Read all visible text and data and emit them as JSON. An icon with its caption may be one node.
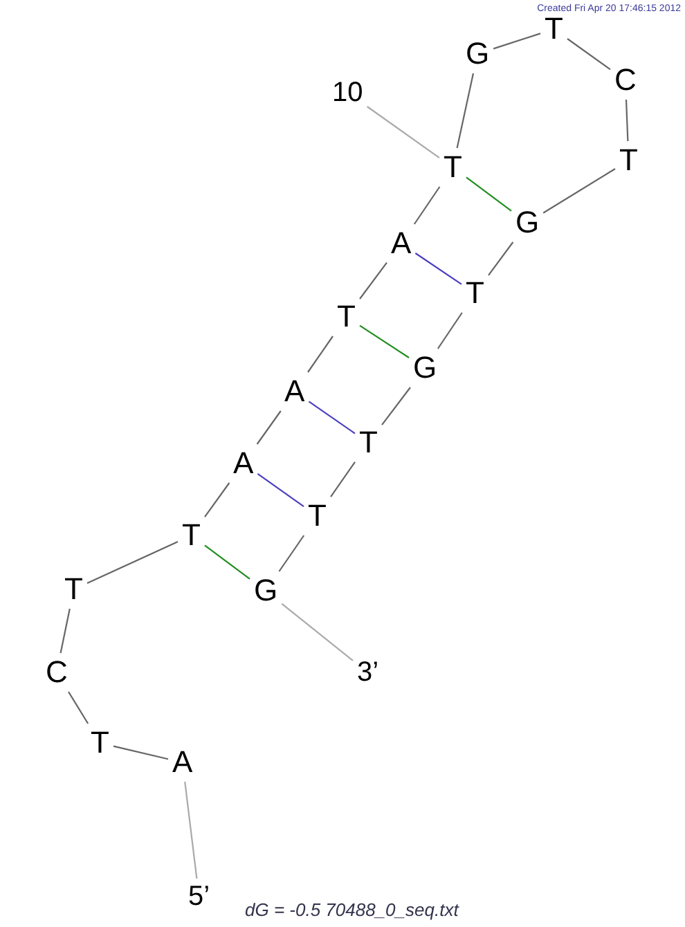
{
  "diagram": {
    "caption": "dG = -0.5 70488_0_seq.txt",
    "nodes": [
      {
        "text": [
          "5’"
        ]
      },
      {
        "text": [
          "A"
        ]
      },
      {
        "text": [
          "T"
        ]
      },
      {
        "text": [
          "C"
        ]
      },
      {
        "text": [
          "T"
        ]
      },
      {
        "text": [
          "T"
        ]
      },
      {
        "text": [
          "A"
        ]
      },
      {
        "text": [
          "A"
        ]
      },
      {
        "text": [
          "T"
        ]
      },
      {
        "text": [
          "A"
        ]
      },
      {
        "text": [
          "T"
        ]
      },
      {
        "text": [
          "G"
        ]
      },
      {
        "text": [
          "T"
        ]
      },
      {
        "text": [
          "C"
        ]
      },
      {
        "text": [
          "T"
        ]
      },
      {
        "text": [
          "G"
        ]
      },
      {
        "text": [
          "T"
        ]
      },
      {
        "text": [
          "G"
        ]
      },
      {
        "text": [
          "T"
        ]
      },
      {
        "text": [
          "T"
        ]
      },
      {
        "text": [
          "G"
        ]
      },
      {
        "text": [
          "3’"
        ]
      },
      {
        "text": [
          "10"
        ]
      }
    ],
    "edges": [
      {
        "from": 0,
        "to": 1,
        "arrow": "none",
        "color": "#aaaaaa"
      },
      {
        "from": 1,
        "to": 2,
        "arrow": "none"
      },
      {
        "from": 2,
        "to": 3,
        "arrow": "none"
      },
      {
        "from": 3,
        "to": 4,
        "arrow": "none"
      },
      {
        "from": 4,
        "to": 5,
        "arrow": "none"
      },
      {
        "from": 5,
        "to": 6,
        "arrow": "none"
      },
      {
        "from": 6,
        "to": 7,
        "arrow": "none"
      },
      {
        "from": 7,
        "to": 8,
        "arrow": "none"
      },
      {
        "from": 8,
        "to": 9,
        "arrow": "none"
      },
      {
        "from": 9,
        "to": 10,
        "arrow": "none"
      },
      {
        "from": 10,
        "to": 11,
        "arrow": "none"
      },
      {
        "from": 11,
        "to": 12,
        "arrow": "none"
      },
      {
        "from": 12,
        "to": 13,
        "arrow": "none"
      },
      {
        "from": 13,
        "to": 14,
        "arrow": "none"
      },
      {
        "from": 14,
        "to": 15,
        "arrow": "none"
      },
      {
        "from": 15,
        "to": 16,
        "arrow": "none"
      },
      {
        "from": 16,
        "to": 17,
        "arrow": "none"
      },
      {
        "from": 17,
        "to": 18,
        "arrow": "none"
      },
      {
        "from": 18,
        "to": 19,
        "arrow": "none"
      },
      {
        "from": 19,
        "to": 20,
        "arrow": "none"
      },
      {
        "from": 20,
        "to": 21,
        "arrow": "none",
        "color": "#aaaaaa"
      },
      {
        "from": 22,
        "to": 10,
        "arrow": "none",
        "color": "#aaaaaa"
      },
      {
        "from": 10,
        "to": 15,
        "arrow": "none",
        "color": "#1f8f1f"
      },
      {
        "from": 9,
        "to": 16,
        "arrow": "none",
        "color": "#4b3fbf"
      },
      {
        "from": 8,
        "to": 17,
        "arrow": "none",
        "color": "#1f8f1f"
      },
      {
        "from": 7,
        "to": 18,
        "arrow": "none",
        "color": "#4b3fbf"
      },
      {
        "from": 6,
        "to": 19,
        "arrow": "none",
        "color": "#4b3fbf"
      },
      {
        "from": 5,
        "to": 20,
        "arrow": "none",
        "color": "#1f8f1f"
      }
    ],
    "labels": [
      "Created Fri Apr 20 17:46:15 2012"
    ]
  }
}
